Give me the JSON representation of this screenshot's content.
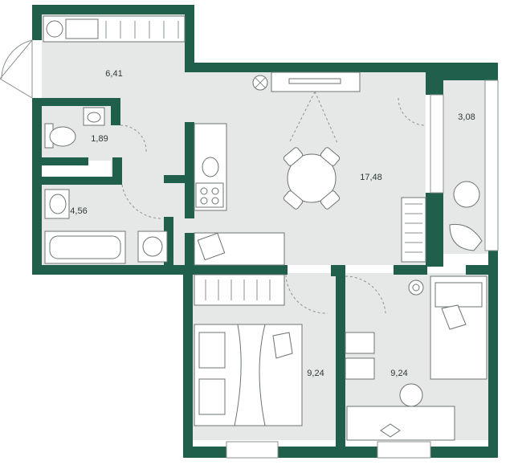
{
  "rooms": [
    {
      "id": "hall",
      "area": "6,41"
    },
    {
      "id": "wc",
      "area": "1,89"
    },
    {
      "id": "bathroom",
      "area": "4,56"
    },
    {
      "id": "balcony",
      "area": "3,08"
    },
    {
      "id": "kitchen-living",
      "area": "17,48"
    },
    {
      "id": "bedroom-left",
      "area": "9,24"
    },
    {
      "id": "bedroom-right",
      "area": "9,24"
    }
  ],
  "colors": {
    "wall": "#1f5f4c",
    "floor": "#e6e7e7",
    "furniture_fill": "#ffffff",
    "furniture_stroke": "#6c7472"
  },
  "icons": [
    "door-swing-icon",
    "sofa-icon",
    "bed-icon",
    "dining-table-icon",
    "toilet-icon",
    "sink-icon",
    "bathtub-icon",
    "stove-icon",
    "wardrobe-icon",
    "armchair-icon",
    "desk-icon"
  ]
}
